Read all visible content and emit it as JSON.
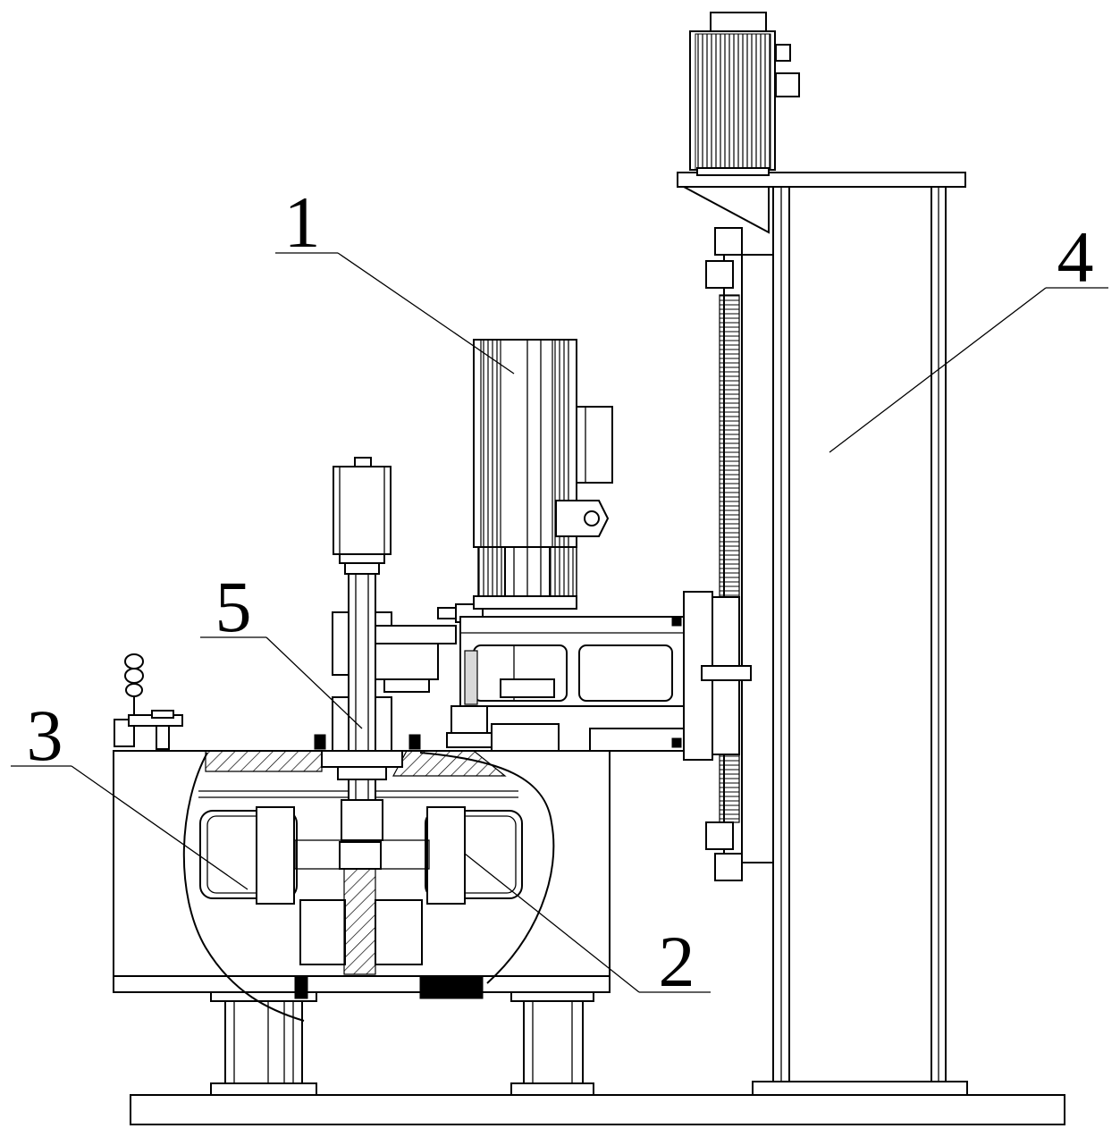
{
  "diagram": {
    "labels": [
      {
        "id": "label-1",
        "text": "1"
      },
      {
        "id": "label-2",
        "text": "2"
      },
      {
        "id": "label-3",
        "text": "3"
      },
      {
        "id": "label-4",
        "text": "4"
      },
      {
        "id": "label-5",
        "text": "5"
      }
    ],
    "stroke_color": "#000000",
    "background_color": "#ffffff"
  }
}
